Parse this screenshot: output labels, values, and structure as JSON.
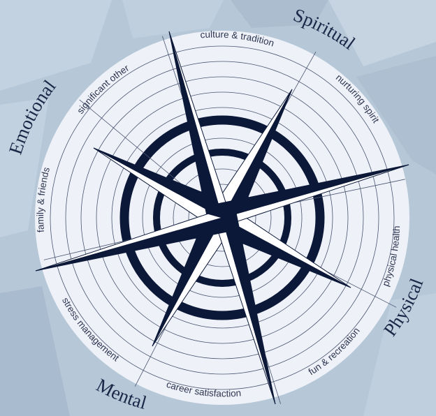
{
  "wheel": {
    "categories": [
      {
        "id": "spiritual",
        "label": "Spiritual"
      },
      {
        "id": "physical",
        "label": "Physical"
      },
      {
        "id": "mental",
        "label": "Mental"
      },
      {
        "id": "emotional",
        "label": "Emotional"
      }
    ],
    "segments": [
      {
        "id": "culture",
        "label": "culture & tradition"
      },
      {
        "id": "nurturing",
        "label": "nurturing spirit"
      },
      {
        "id": "physical-health",
        "label": "physical health"
      },
      {
        "id": "fun",
        "label": "fun & recreation"
      },
      {
        "id": "career",
        "label": "career satisfaction"
      },
      {
        "id": "stress",
        "label": "stress management"
      },
      {
        "id": "family",
        "label": "family & friends"
      },
      {
        "id": "significant-other",
        "label": "significant other"
      }
    ],
    "colors": {
      "background": "#b6c7d8",
      "disc": "#eef2f8",
      "ink": "#0c1838",
      "ring_line": "#4a5470",
      "text": "#2d3550"
    }
  }
}
